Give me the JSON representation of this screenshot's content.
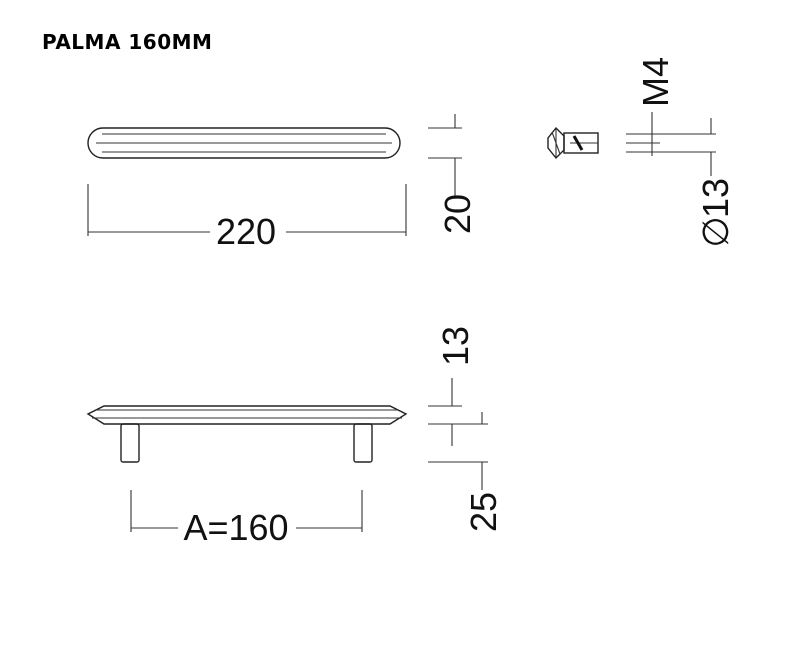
{
  "title": "PALMA 160MM",
  "dimensions": {
    "length": "220",
    "height": "20",
    "thread": "M4",
    "diameter": "13",
    "diameter_symbol": "∅",
    "bar_height": "13",
    "projection": "25",
    "centre_distance": "A=160"
  }
}
